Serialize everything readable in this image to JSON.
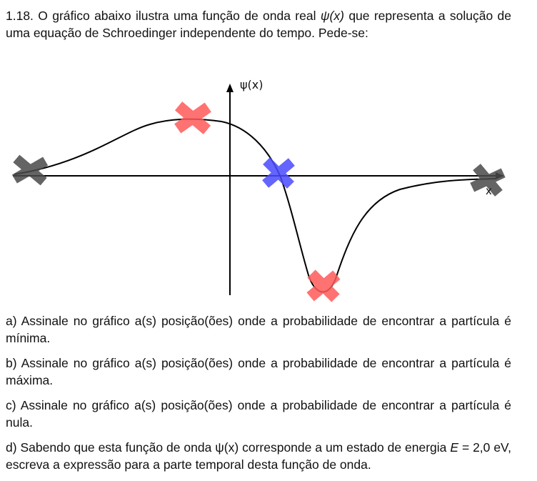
{
  "problem": {
    "number": "1.18.",
    "intro_before_symbol": "O gráfico abaixo ilustra uma função de onda real",
    "symbol": "ψ(x)",
    "intro_after_symbol": "que representa a solução de uma equação de Schroedinger independente do tempo. Pede-se:"
  },
  "graph": {
    "y_axis_label": "ψ(x)",
    "x_axis_label": "x",
    "marks": [
      {
        "name": "left-tail",
        "color": "#4a4a4a"
      },
      {
        "name": "maximum",
        "color": "#ff5a5a"
      },
      {
        "name": "zero-crossing",
        "color": "#4a4aff"
      },
      {
        "name": "minimum",
        "color": "#ff5a5a"
      },
      {
        "name": "right-tail",
        "color": "#4a4a4a"
      }
    ]
  },
  "questions": {
    "a": "a) Assinale no gráfico a(s) posição(ões) onde a probabilidade de encontrar a partícula é mínima.",
    "b": "b) Assinale no gráfico a(s) posição(ões) onde a probabilidade de encontrar a partícula é máxima.",
    "c": "c) Assinale no gráfico a(s) posição(ões) onde a probabilidade de encontrar a partícula é nula.",
    "d_before_symbol": "d) Sabendo que esta função de onda",
    "d_symbol": "ψ(x)",
    "d_middle": "corresponde a um estado de energia",
    "d_energy_var": "E",
    "d_energy_value": "= 2,0 eV, escreva a expressão para a parte temporal desta função de onda."
  }
}
